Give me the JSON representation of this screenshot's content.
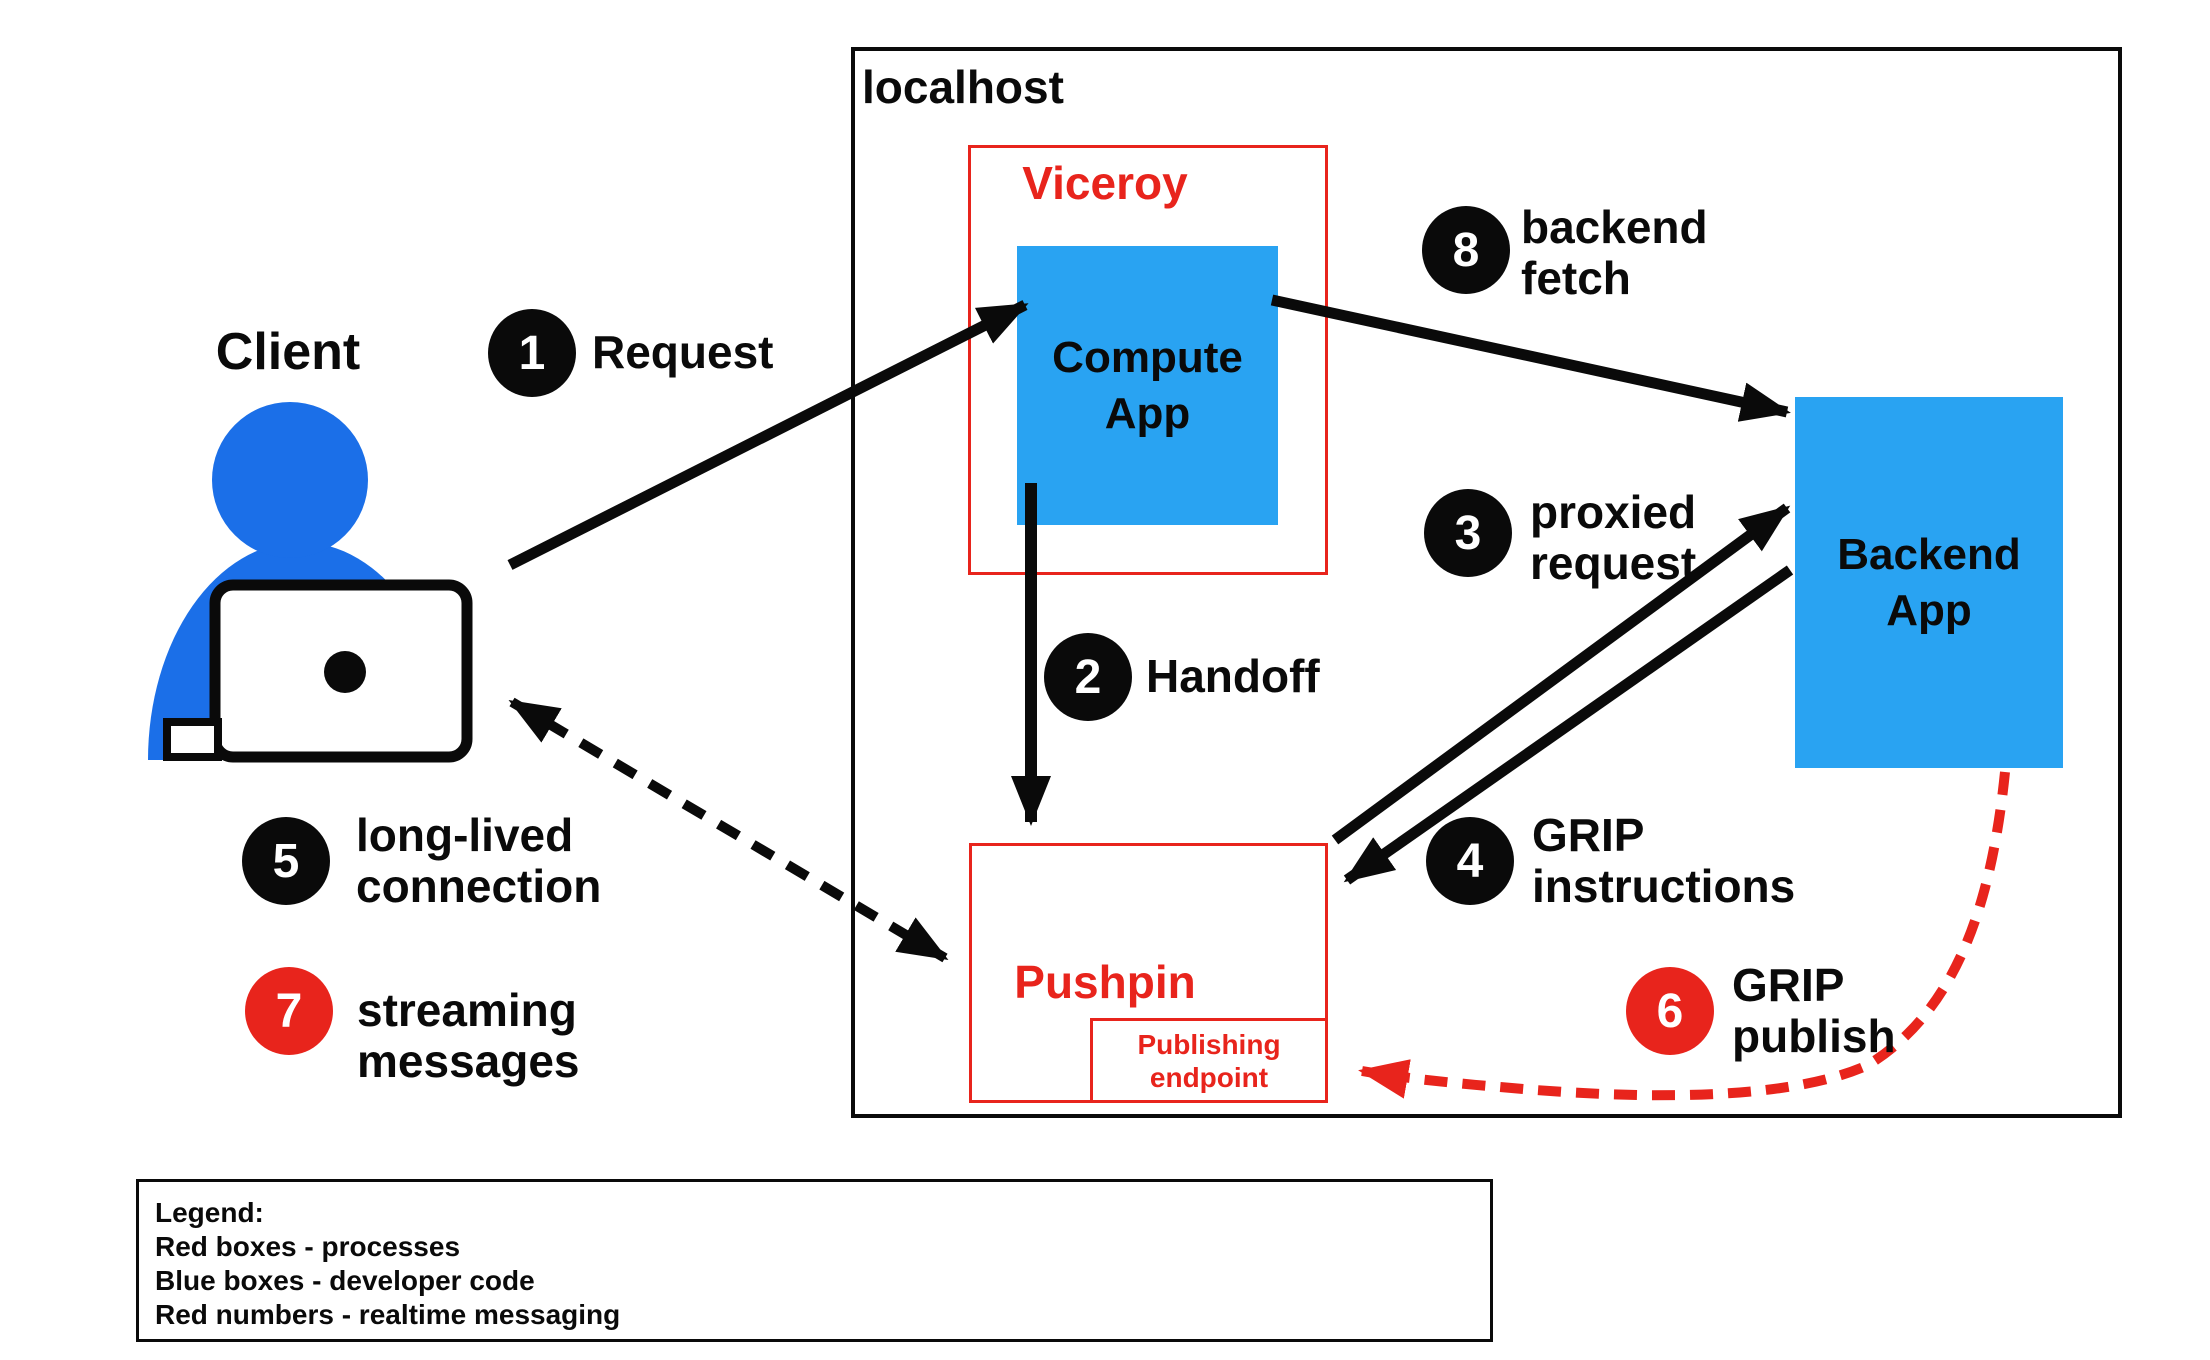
{
  "colors": {
    "ink": "#0a0a0a",
    "red": "#e8241c",
    "box_blue": "#29a3f2",
    "client_blue": "#1b6fe8"
  },
  "diagram": {
    "localhost_label": "localhost",
    "client_label": "Client",
    "viceroy_label": "Viceroy",
    "compute_app_label": "Compute\nApp",
    "backend_app_label": "Backend\nApp",
    "pushpin_label": "Pushpin",
    "publishing_endpoint_label": "Publishing\nendpoint"
  },
  "badges": [
    {
      "number": "1",
      "variant": "black",
      "label": "Request"
    },
    {
      "number": "2",
      "variant": "black",
      "label": "Handoff"
    },
    {
      "number": "3",
      "variant": "black",
      "label": "proxied\nrequest"
    },
    {
      "number": "4",
      "variant": "black",
      "label": "GRIP\ninstructions"
    },
    {
      "number": "5",
      "variant": "black",
      "label": "long-lived\nconnection"
    },
    {
      "number": "6",
      "variant": "red",
      "label": "GRIP\npublish"
    },
    {
      "number": "7",
      "variant": "red",
      "label": "streaming messages"
    },
    {
      "number": "8",
      "variant": "black",
      "label": "backend\nfetch"
    }
  ],
  "legend": {
    "lines": [
      "Legend:",
      "Red boxes - processes",
      "Blue boxes - developer code",
      "Red numbers - realtime messaging"
    ]
  }
}
